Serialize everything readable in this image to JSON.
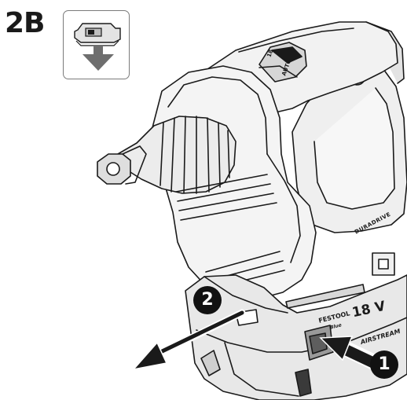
{
  "step": {
    "title": "2B"
  },
  "icon_box": {
    "icon": "battery-release-arrow-down-icon"
  },
  "callouts": {
    "first": "1",
    "second": "2"
  },
  "tool_labels": {
    "voltage": "18 V",
    "brand": "FESTOOL",
    "brand_sub": "Blue",
    "airstream": "AIRSTREAM",
    "model": "DURADRIVE",
    "mode_auto": "AUTO",
    "mode_manual": "18"
  },
  "colors": {
    "line": "#1a1a1a",
    "shade_light": "#e9e9e9",
    "shade_mid": "#cfcfcf",
    "shade_dark": "#9a9a9a",
    "callout_bg": "#111111"
  }
}
